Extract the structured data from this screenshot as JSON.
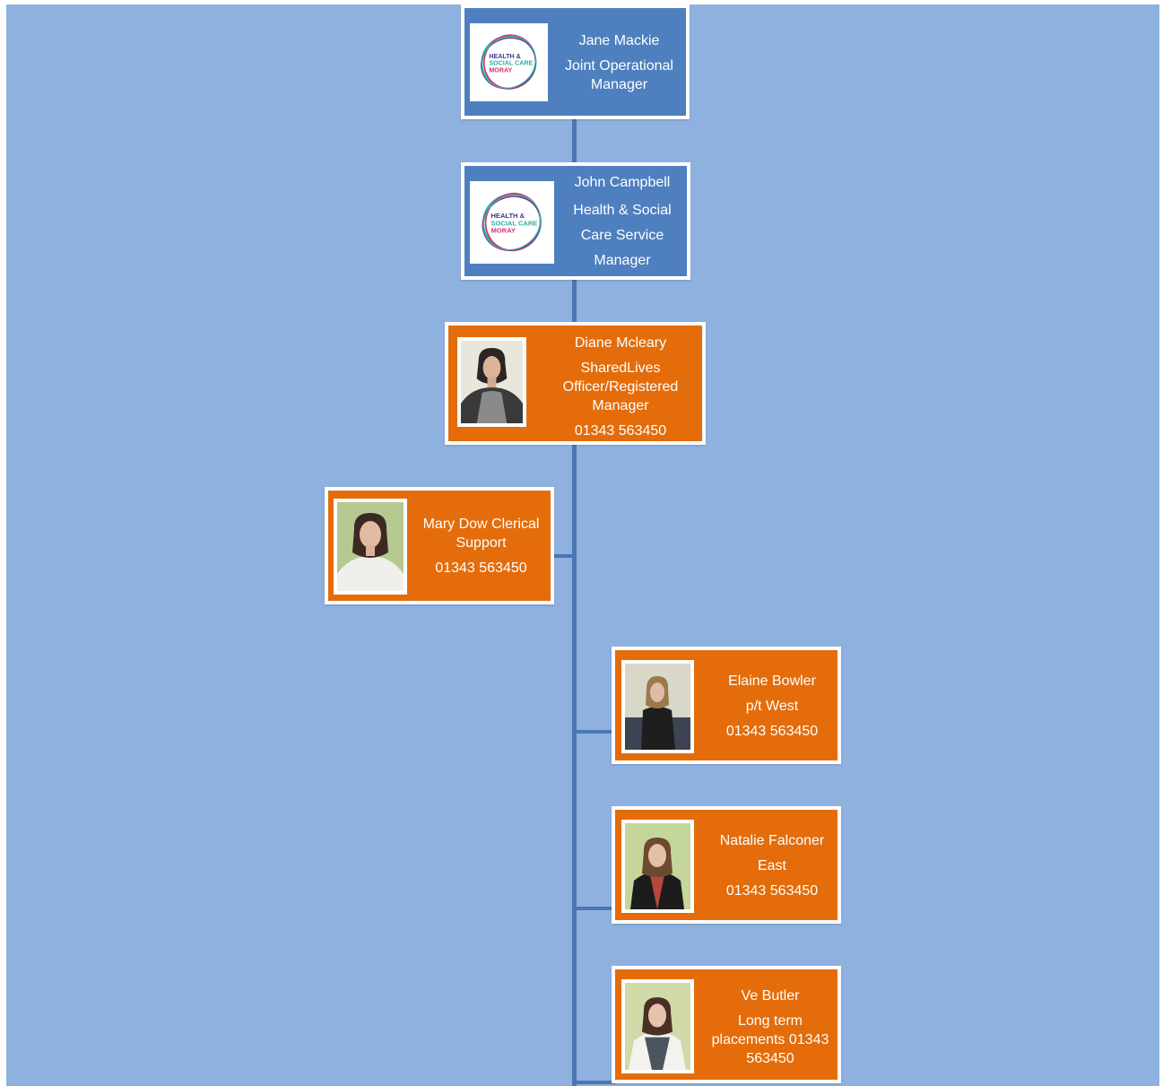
{
  "org_chart": {
    "nodes": [
      {
        "id": "jane",
        "name": "Jane Mackie",
        "role": "Joint Operational Manager",
        "phone": "",
        "image": "health-social-care-moray-logo"
      },
      {
        "id": "john",
        "name": "John Campbell",
        "role": "Health & Social Care Service Manager",
        "phone": "",
        "image": "health-social-care-moray-logo"
      },
      {
        "id": "diane",
        "name": "Diane Mcleary",
        "role": "SharedLives Officer/Registered Manager",
        "phone": "01343 563450",
        "image": "staff-photo"
      },
      {
        "id": "mary",
        "name": "Mary Dow Clerical Support",
        "role": "",
        "phone": "01343 563450",
        "image": "staff-photo"
      },
      {
        "id": "elaine",
        "name": "Elaine Bowler",
        "role": "p/t West",
        "phone": "01343 563450",
        "image": "staff-photo"
      },
      {
        "id": "natalie",
        "name": "Natalie Falconer",
        "role": "East",
        "phone": "01343 563450",
        "image": "staff-photo"
      },
      {
        "id": "ve",
        "name": "Ve Butler",
        "role": "Long term placements 01343 563450",
        "phone": "",
        "image": "staff-photo"
      }
    ],
    "logo_text": [
      "HEALTH &",
      "SOCIAL CARE",
      "MORAY"
    ],
    "colors": {
      "background": "#8eb1e0",
      "manager_box": "#4e7fbf",
      "staff_box": "#e46c0a",
      "connector": "#4a76b3"
    }
  }
}
